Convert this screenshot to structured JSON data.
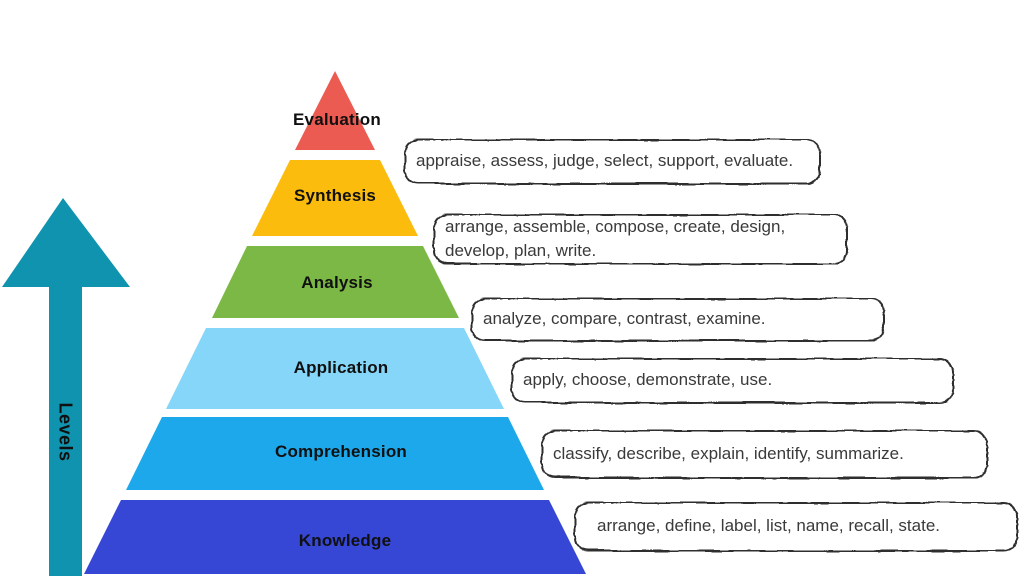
{
  "arrow": {
    "label": "Levels",
    "color": "#1093AE"
  },
  "pyramid": {
    "levels": [
      {
        "name": "Evaluation",
        "color": "#EB5B51",
        "verbs": "appraise, assess, judge, select, support, evaluate."
      },
      {
        "name": "Synthesis",
        "color": "#FBBC0D",
        "verbs": "arrange, assemble, compose, create, design, develop, plan, write."
      },
      {
        "name": "Analysis",
        "color": "#7CB845",
        "verbs": "analyze, compare, contrast, examine."
      },
      {
        "name": "Application",
        "color": "#85D6F8",
        "verbs": "apply, choose, demonstrate, use."
      },
      {
        "name": "Comprehension",
        "color": "#1CA8EB",
        "verbs": "classify, describe, explain, identify, summarize."
      },
      {
        "name": "Knowledge",
        "color": "#3646D5",
        "verbs": "arrange, define, label, list, name, recall, state."
      }
    ]
  }
}
